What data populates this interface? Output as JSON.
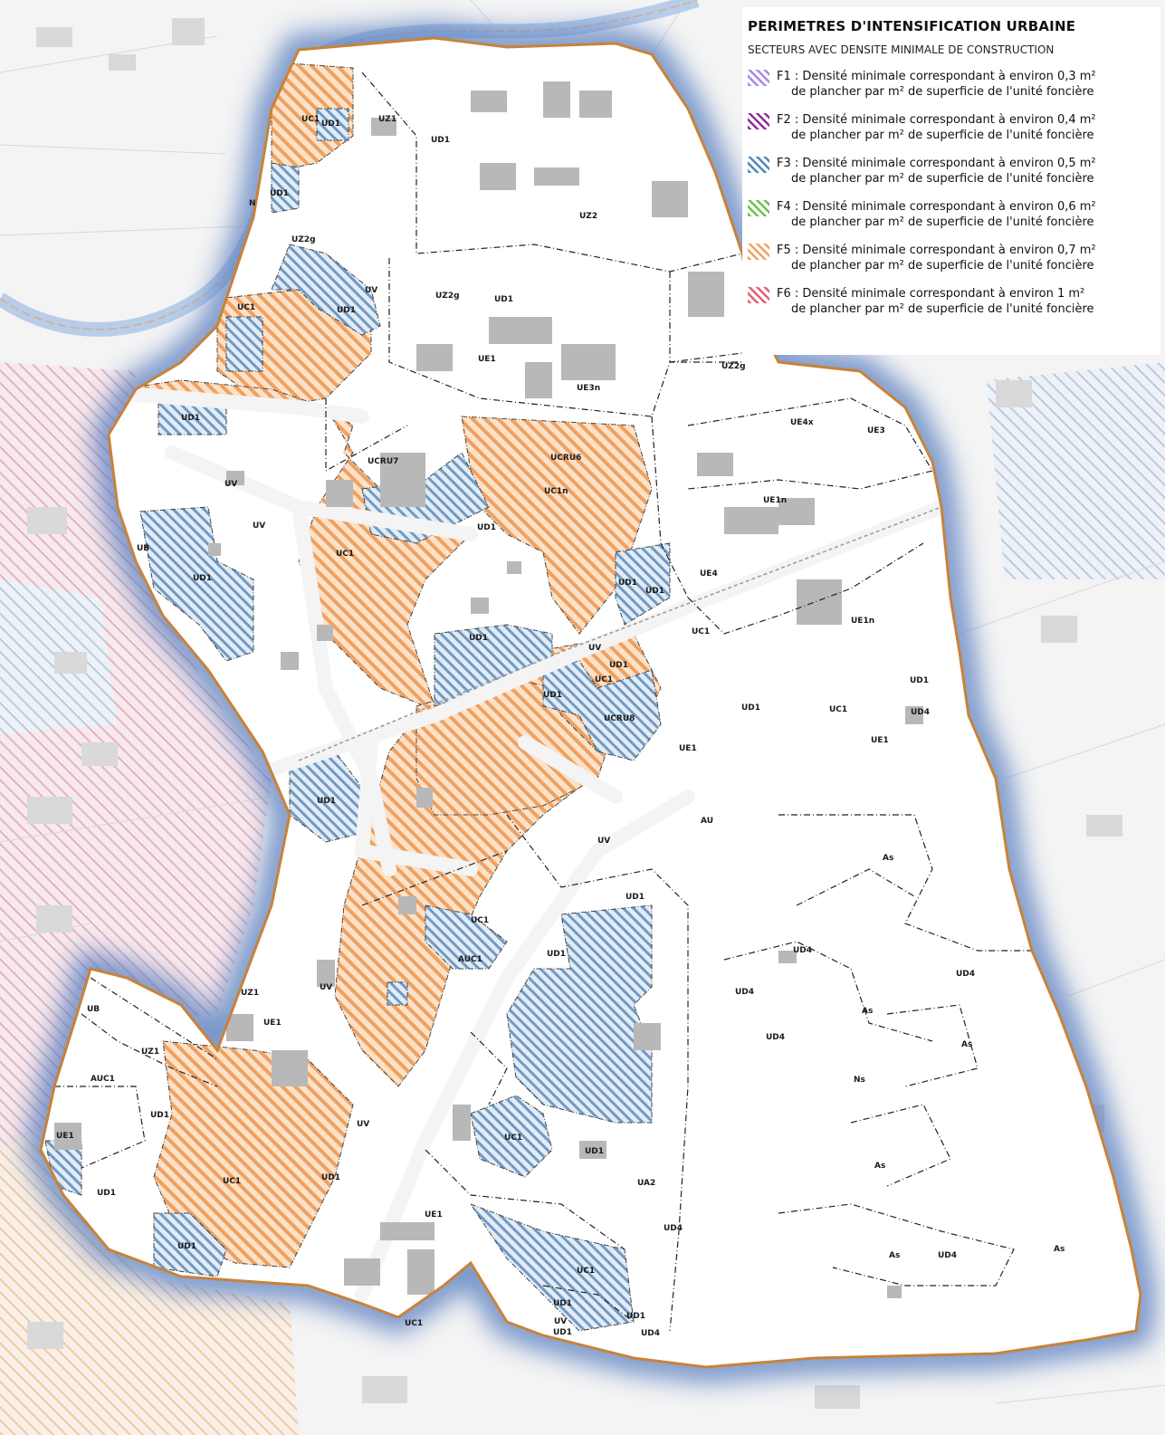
{
  "legend": {
    "title": "PERIMETRES D'INTENSIFICATION URBAINE",
    "subtitle": "SECTEURS AVEC DENSITE MINIMALE DE CONSTRUCTION",
    "items": [
      {
        "code": "F1",
        "line1": "F1 : Densité minimale correspondant à environ 0,3 m²",
        "line2": "de plancher par m² de superficie de l'unité foncière",
        "color": "#a78be0"
      },
      {
        "code": "F2",
        "line1": "F2 : Densité minimale correspondant à environ 0,4 m²",
        "line2": "de plancher par m² de superficie de l'unité foncière",
        "color": "#8a2f8f"
      },
      {
        "code": "F3",
        "line1": "F3 : Densité minimale correspondant à environ 0,5 m²",
        "line2": "de plancher par m² de superficie de l'unité foncière",
        "color": "#4f86b8"
      },
      {
        "code": "F4",
        "line1": "F4 : Densité minimale correspondant à environ 0,6 m²",
        "line2": "de plancher par m² de superficie de l'unité foncière",
        "color": "#6cc04a"
      },
      {
        "code": "F5",
        "line1": "F5 : Densité minimale correspondant à environ 0,7 m²",
        "line2": "de plancher par m² de superficie de l'unité foncière",
        "color": "#f0a060"
      },
      {
        "code": "F6",
        "line1": "F6 : Densité minimale correspondant à environ 1 m²",
        "line2": "de plancher par m² de superficie de l'unité foncière",
        "color": "#e06070"
      }
    ]
  },
  "colors": {
    "boundary": "#c8823a",
    "blue_glow": "#5a7fbf",
    "river": "#b8cde8"
  },
  "zone_labels": [
    "UC1",
    "UD1",
    "UZ1",
    "UD1",
    "N",
    "UD1",
    "UZ2",
    "UZ2g",
    "UV",
    "UC1",
    "UD1",
    "UZ2g",
    "UD1",
    "UE1",
    "UE3n",
    "UZ2g",
    "UE4x",
    "UE3",
    "UD1",
    "UCRU7",
    "UCRU6",
    "UV",
    "UC1n",
    "UV",
    "UD1",
    "UB",
    "UE1n",
    "UD1",
    "UC1",
    "UD1",
    "UD1",
    "UE4",
    "UE1n",
    "UC1",
    "UD1",
    "UV",
    "UD1",
    "UC1",
    "UD1",
    "UCRU8",
    "UD1",
    "UC1",
    "UD4",
    "UE1",
    "UE1",
    "UD1",
    "AU",
    "UV",
    "As",
    "UD1",
    "UC1",
    "UD1",
    "AUC1",
    "UD4",
    "UD1",
    "UD4",
    "UV",
    "UZ1",
    "UE1",
    "As",
    "UB",
    "UD4",
    "As",
    "UZ1",
    "UD4",
    "AUC1",
    "Ns",
    "UD1",
    "UC1",
    "As",
    "UE1",
    "UD1",
    "UV",
    "UD1",
    "UC1",
    "UA2",
    "UD1",
    "UE1",
    "UD4",
    "As",
    "UD4",
    "As",
    "UD1",
    "UC1",
    "UD1",
    "UV",
    "UD1",
    "UC1",
    "UD4",
    "UD1"
  ]
}
